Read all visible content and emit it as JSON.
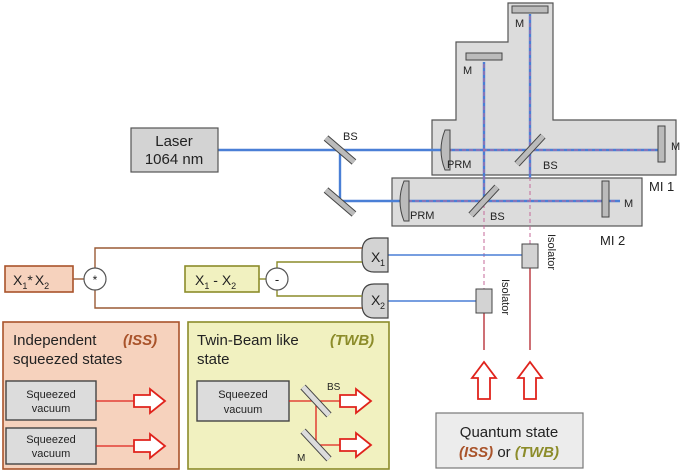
{
  "laser": {
    "line1": "Laser",
    "line2": "1064 nm"
  },
  "labels": {
    "bs": "BS",
    "m": "M",
    "prm": "PRM",
    "mi1": "MI 1",
    "mi2": "MI 2",
    "isolator": "Isolator"
  },
  "detectors": {
    "x1_base": "X",
    "x1_sub": "1",
    "x2_base": "X",
    "x2_sub": "2"
  },
  "operations": {
    "product_a": "X",
    "product_a_sub": "1",
    "product_op": "*",
    "product_b": "X",
    "product_b_sub": "2",
    "product_circle": "*",
    "diff_a": "X",
    "diff_a_sub": "1",
    "diff_op": " - ",
    "diff_b": "X",
    "diff_b_sub": "2",
    "diff_circle": "-"
  },
  "iss_box": {
    "title_line1": "Independent",
    "title_line2": "squeezed states",
    "tag": "(ISS)",
    "source1_line1": "Squeezed",
    "source1_line2": "vacuum",
    "source2_line1": "Squeezed",
    "source2_line2": "vacuum"
  },
  "twb_box": {
    "title_line1": "Twin-Beam like",
    "title_line2": "state",
    "tag": "(TWB)",
    "source_line1": "Squeezed",
    "source_line2": "vacuum",
    "bs": "BS",
    "m": "M"
  },
  "quantum_state": {
    "line1": "Quantum state",
    "iss": "(ISS)",
    "or": " or ",
    "twb": "(TWB)"
  },
  "colors": {
    "beam": "#4a7fd6",
    "beam_dash": "#c46a9a",
    "red_beam": "#b8323a",
    "iss_fill": "#f6d2bd",
    "iss_accent": "#a9532a",
    "twb_fill": "#f1f1c0",
    "twb_accent": "#8c8c2a",
    "wire_brown": "#9a5a35",
    "wire_olive": "#8c8c2a",
    "gray_fill": "#dcdcdc",
    "arrow_red": "#e0231c"
  }
}
